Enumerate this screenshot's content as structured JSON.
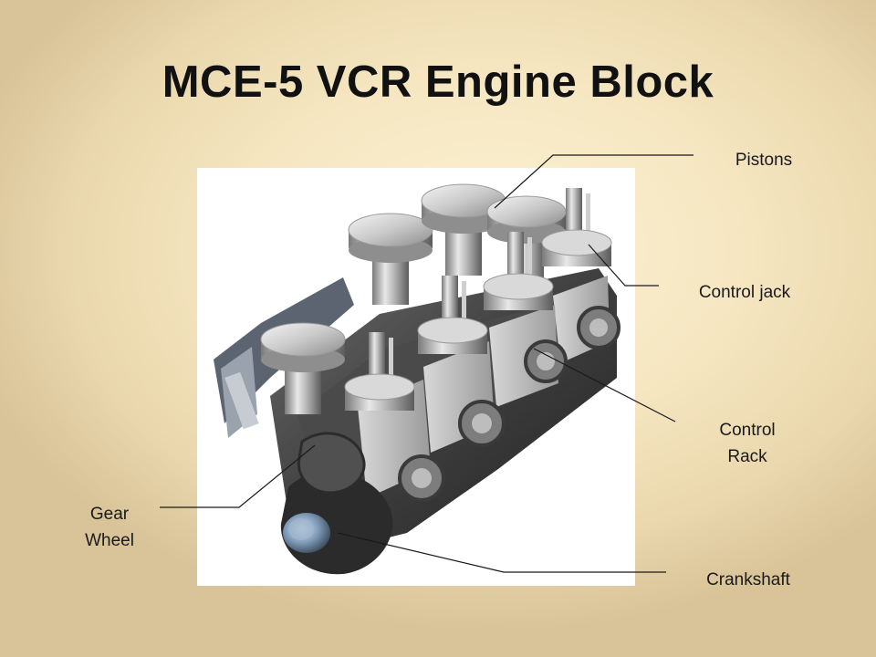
{
  "slide": {
    "title": "MCE-5 VCR Engine Block",
    "labels": {
      "pistons": "Pistons",
      "control_jack": "Control jack",
      "control_rack": "Control\nRack",
      "gear_wheel": "Gear\nWheel",
      "crankshaft": "Crankshaft"
    },
    "colors": {
      "background": "#f6e7c2",
      "title_text": "#111111",
      "leader_lines": "#1a1a1a"
    }
  }
}
